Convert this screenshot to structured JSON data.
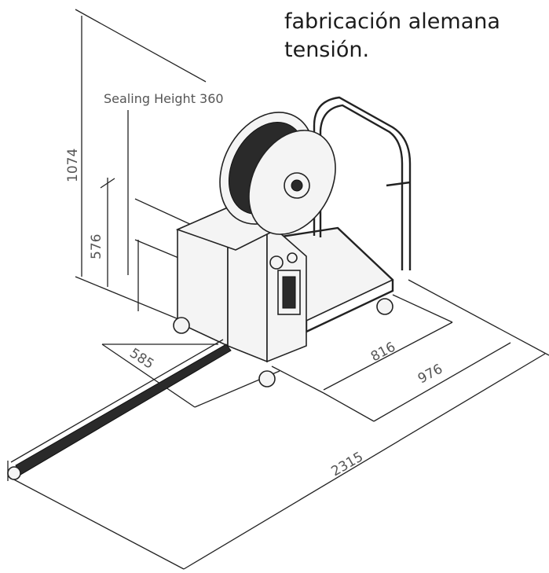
{
  "caption": {
    "line1": "fabricación alemana",
    "line2": "tensión."
  },
  "labels": {
    "sealing_height": "Sealing Height 360",
    "height_total": "1074",
    "height_table": "576",
    "width_frame": "585",
    "depth_base": "816",
    "depth_total": "976",
    "length_total": "2315"
  },
  "colors": {
    "line": "#222222",
    "label": "#555555",
    "text": "#1c1c1c"
  }
}
